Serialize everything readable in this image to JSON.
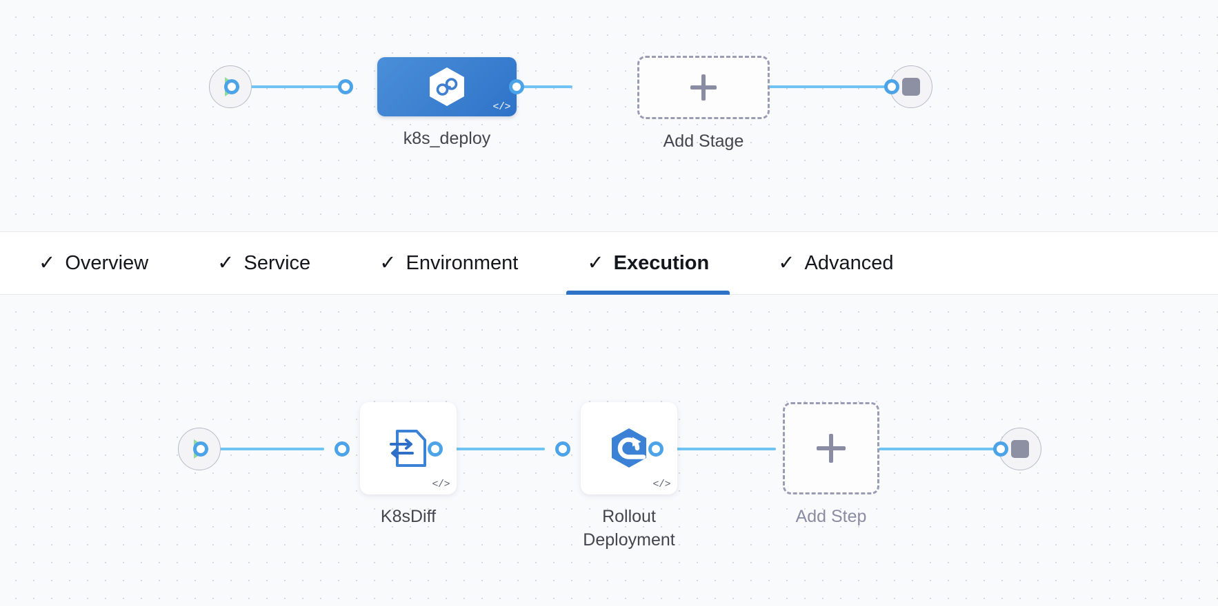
{
  "stage_canvas": {
    "start_node": {
      "name": "start-node",
      "icon": "play-icon"
    },
    "stage": {
      "label": "k8s_deploy",
      "icon": "harness-hexagon-icon",
      "code_badge": "</>"
    },
    "add_stage": {
      "label": "Add Stage",
      "icon": "plus-icon"
    },
    "end_node": {
      "name": "end-node",
      "icon": "stop-icon"
    }
  },
  "tabs": {
    "items": [
      {
        "label": "Overview",
        "tick": "✓",
        "active": false
      },
      {
        "label": "Service",
        "tick": "✓",
        "active": false
      },
      {
        "label": "Environment",
        "tick": "✓",
        "active": false
      },
      {
        "label": "Execution",
        "tick": "✓",
        "active": true
      },
      {
        "label": "Advanced",
        "tick": "✓",
        "active": false
      }
    ],
    "active_indicator_color": "#2f73c9"
  },
  "execution_canvas": {
    "start_node": {
      "name": "start-node",
      "icon": "play-icon"
    },
    "steps": [
      {
        "label": "K8sDiff",
        "icon": "k8s-diff-document-icon",
        "code_badge": "</>"
      },
      {
        "label": "Rollout\nDeployment",
        "icon": "rollout-deployment-hexagon-icon",
        "code_badge": "</>"
      }
    ],
    "add_step": {
      "label": "Add Step",
      "icon": "plus-icon"
    },
    "end_node": {
      "name": "end-node",
      "icon": "stop-icon"
    }
  },
  "colors": {
    "edge": "#6fc4f4",
    "port": "#4da3e8",
    "stage_blue": "#2f73c9",
    "icon_blue": "#3b82d6",
    "play_green": "#92dc9a",
    "stop_gray": "#8d8fa3",
    "dashed_gray": "#9a9cb4",
    "canvas_bg": "#f9fafc"
  }
}
